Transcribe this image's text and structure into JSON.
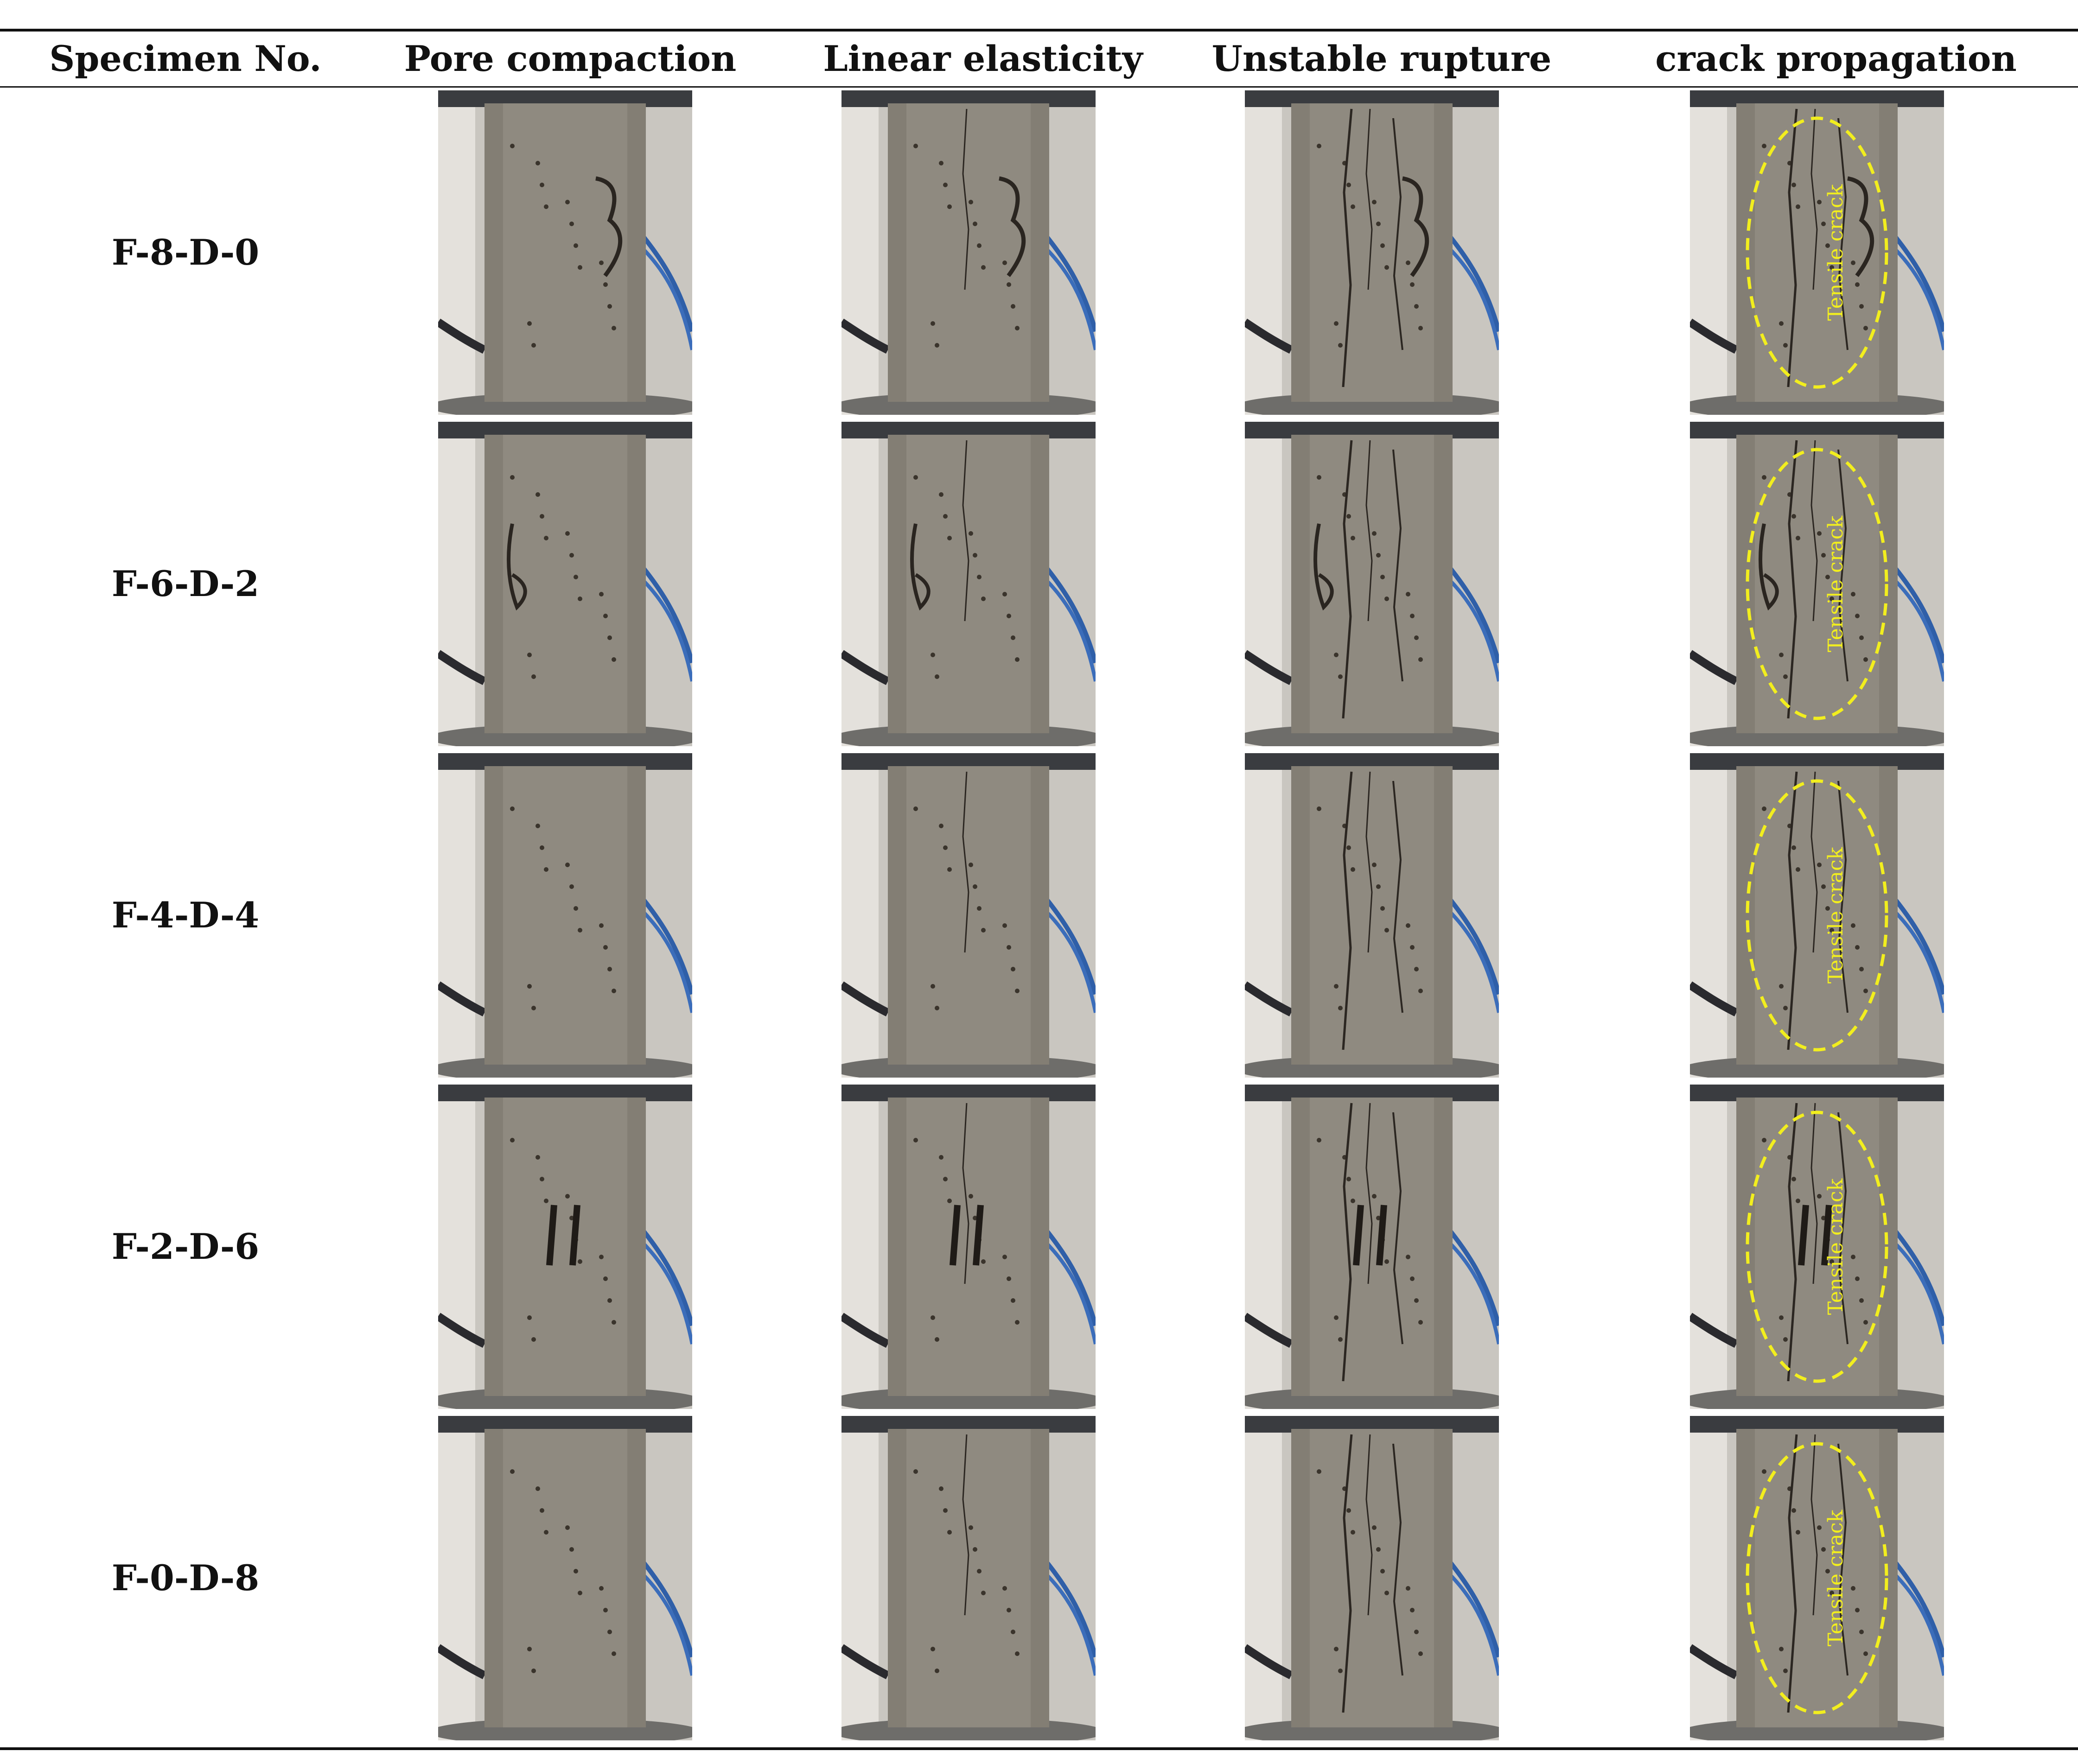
{
  "table": {
    "headers": [
      "Specimen No.",
      "Pore compaction",
      "Linear elasticity",
      "Unstable rupture",
      "crack propagation"
    ],
    "rows": [
      {
        "specimen": "F-8-D-0",
        "markings": "three",
        "annotation": "Tensile crack"
      },
      {
        "specimen": "F-6-D-2",
        "markings": "six",
        "annotation": "Tensile crack"
      },
      {
        "specimen": "F-4-D-4",
        "markings": "pores",
        "annotation": "Tensile crack"
      },
      {
        "specimen": "F-2-D-6",
        "markings": "slashes",
        "annotation": "Tensile crack"
      },
      {
        "specimen": "F-0-D-8",
        "markings": "plain",
        "annotation": "Tensile crack"
      }
    ]
  },
  "colors": {
    "annotation": "#f2ee1e",
    "concrete": "#8f8a80",
    "platen": "#3a3c40",
    "background": "#c9c6c0"
  }
}
